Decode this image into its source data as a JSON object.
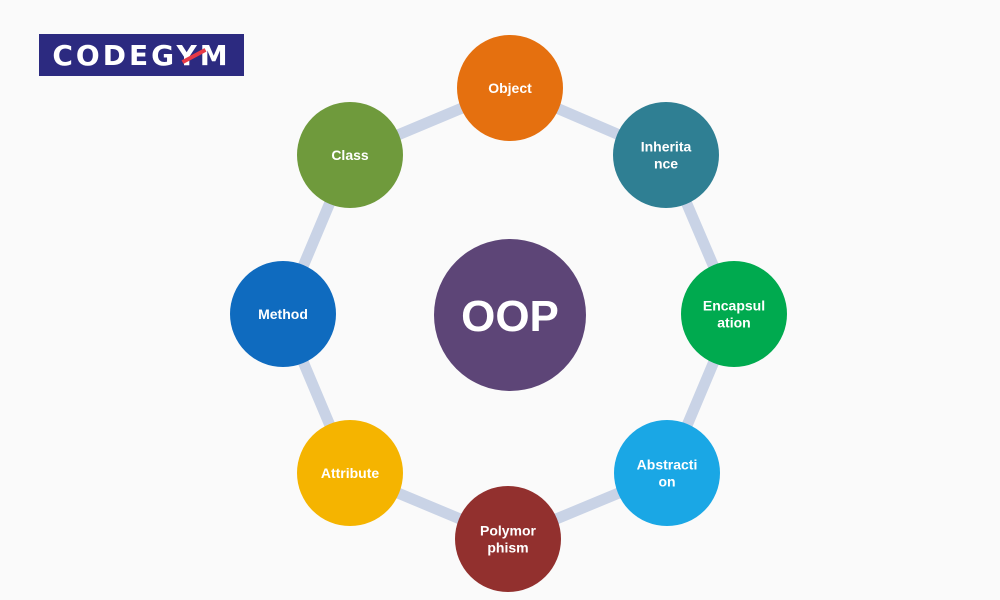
{
  "logo": {
    "text": "CODEGYM",
    "background": "#2c2a80",
    "accent": "#e63946"
  },
  "diagram": {
    "ring_color": "#c9d3e6",
    "center": {
      "label": "OOP",
      "color": "#5d4577"
    },
    "nodes": [
      {
        "id": "object",
        "lines": [
          "Object"
        ],
        "color": "#e5700f"
      },
      {
        "id": "inheritance",
        "lines": [
          "Inherita",
          "nce"
        ],
        "color": "#2f7f93"
      },
      {
        "id": "encapsulation",
        "lines": [
          "Encapsul",
          "ation"
        ],
        "color": "#00aa4f"
      },
      {
        "id": "abstraction",
        "lines": [
          "Abstracti",
          "on"
        ],
        "color": "#1aa7e5"
      },
      {
        "id": "polymorphism",
        "lines": [
          "Polymor",
          "phism"
        ],
        "color": "#92302e"
      },
      {
        "id": "attribute",
        "lines": [
          "Attribute"
        ],
        "color": "#f5b400"
      },
      {
        "id": "method",
        "lines": [
          "Method"
        ],
        "color": "#0f6bbf"
      },
      {
        "id": "class",
        "lines": [
          "Class"
        ],
        "color": "#6f9a3c"
      }
    ]
  }
}
